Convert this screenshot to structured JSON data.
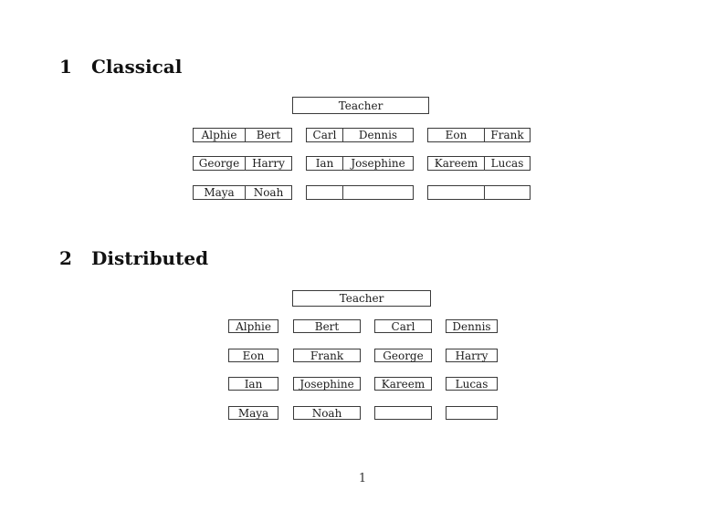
{
  "page": {
    "number": "1"
  },
  "sections": [
    {
      "number": "1",
      "title": "Classical",
      "teacher_label": "Teacher",
      "desk_rows": [
        [
          [
            "Alphie",
            "Bert"
          ],
          [
            "Carl",
            "Dennis"
          ],
          [
            "Eon",
            "Frank"
          ]
        ],
        [
          [
            "George",
            "Harry"
          ],
          [
            "Ian",
            "Josephine"
          ],
          [
            "Kareem",
            "Lucas"
          ]
        ],
        [
          [
            "Maya",
            "Noah"
          ],
          [
            "",
            ""
          ],
          [
            "",
            ""
          ]
        ]
      ]
    },
    {
      "number": "2",
      "title": "Distributed",
      "teacher_label": "Teacher",
      "desk_rows": [
        [
          "Alphie",
          "Bert",
          "Carl",
          "Dennis"
        ],
        [
          "Eon",
          "Frank",
          "George",
          "Harry"
        ],
        [
          "Ian",
          "Josephine",
          "Kareem",
          "Lucas"
        ],
        [
          "Maya",
          "Noah",
          "",
          ""
        ]
      ]
    }
  ]
}
